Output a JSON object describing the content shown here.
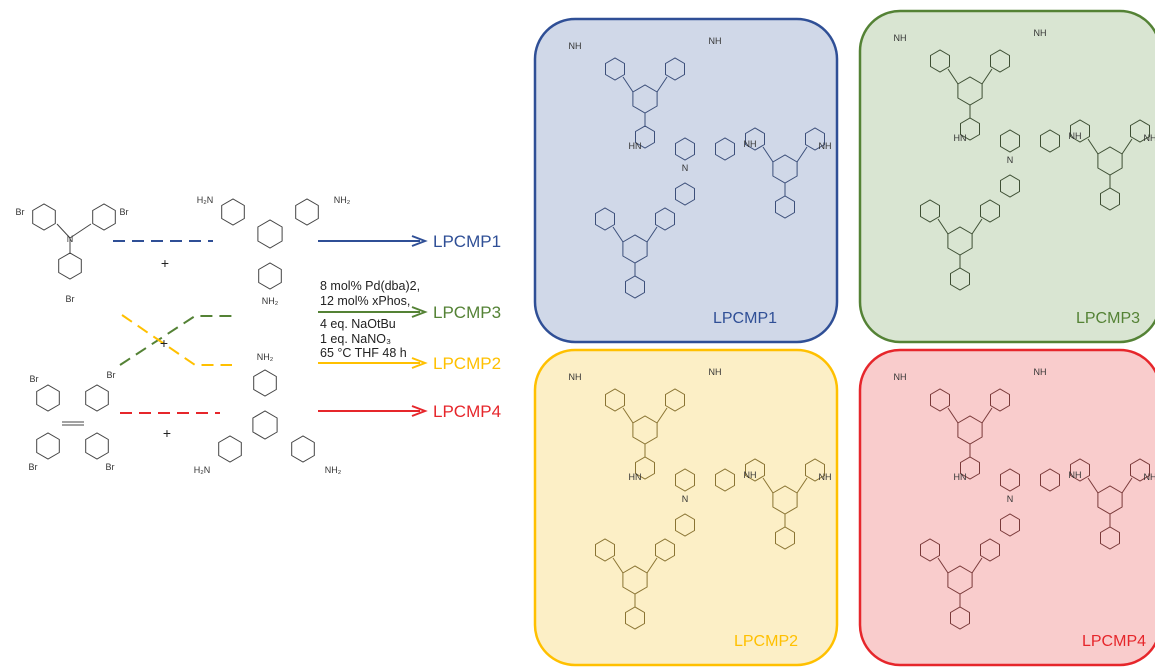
{
  "colors": {
    "blue": "#2f4f96",
    "green": "#548235",
    "yellow": "#ffc000",
    "red": "#e6262b",
    "blue_bg": "#d0d8e8",
    "green_bg": "#d9e5d2",
    "yellow_bg": "#fcefc6",
    "red_bg": "#f9cccc"
  },
  "reagents": {
    "br": "Br",
    "nh2": "NH₂",
    "h2n": "H₂N",
    "plus": "+"
  },
  "conditions": [
    "8 mol% Pd(dba)2,",
    "12 mol% xPhos,",
    "4 eq. NaOtBu",
    "1 eq. NaNO₃",
    "65 °C THF 48 h"
  ],
  "products": [
    {
      "id": "LPCMP1",
      "label": "LPCMP1",
      "color": "blue"
    },
    {
      "id": "LPCMP3",
      "label": "LPCMP3",
      "color": "green"
    },
    {
      "id": "LPCMP2",
      "label": "LPCMP2",
      "color": "yellow"
    },
    {
      "id": "LPCMP4",
      "label": "LPCMP4",
      "color": "red"
    }
  ],
  "panels": {
    "p1": {
      "label": "LPCMP1"
    },
    "p3": {
      "label": "LPCMP3"
    },
    "p2": {
      "label": "LPCMP2"
    },
    "p4": {
      "label": "LPCMP4"
    }
  },
  "structure_labels": {
    "nh": "NH",
    "hn": "HN",
    "n": "N"
  }
}
